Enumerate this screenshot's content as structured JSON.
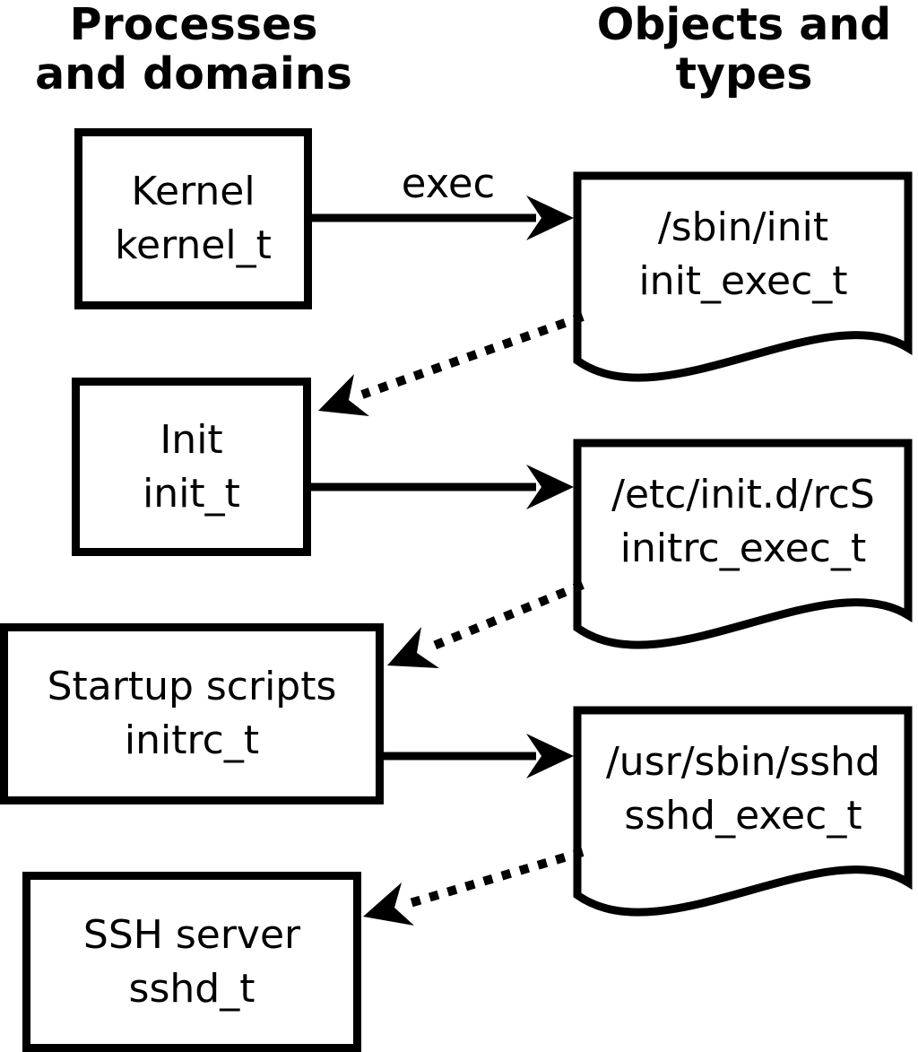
{
  "columns": {
    "left": {
      "line1": "Processes",
      "line2": "and domains"
    },
    "right": {
      "line1": "Objects and",
      "line2": "types"
    }
  },
  "nodes": {
    "processes": [
      {
        "label": "Kernel",
        "domain": "kernel_t"
      },
      {
        "label": "Init",
        "domain": "init_t"
      },
      {
        "label": "Startup scripts",
        "domain": "initrc_t"
      },
      {
        "label": "SSH server",
        "domain": "sshd_t"
      }
    ],
    "objects": [
      {
        "path": "/sbin/init",
        "type": "init_exec_t"
      },
      {
        "path": "/etc/init.d/rcS",
        "type": "initrc_exec_t"
      },
      {
        "path": "/usr/sbin/sshd",
        "type": "sshd_exec_t"
      }
    ]
  },
  "edges": {
    "exec_label": "exec",
    "solid": [
      {
        "from": "kernel_t",
        "to": "/sbin/init",
        "style": "solid",
        "label": "exec"
      },
      {
        "from": "init_t",
        "to": "/etc/init.d/rcS",
        "style": "solid",
        "label": ""
      },
      {
        "from": "initrc_t",
        "to": "/usr/sbin/sshd",
        "style": "solid",
        "label": ""
      }
    ],
    "dotted": [
      {
        "from": "/sbin/init",
        "to": "init_t",
        "style": "dotted"
      },
      {
        "from": "/etc/init.d/rcS",
        "to": "initrc_t",
        "style": "dotted"
      },
      {
        "from": "/usr/sbin/sshd",
        "to": "sshd_t",
        "style": "dotted"
      }
    ]
  },
  "colors": {
    "foreground": "#000000",
    "background": "#ffffff"
  }
}
